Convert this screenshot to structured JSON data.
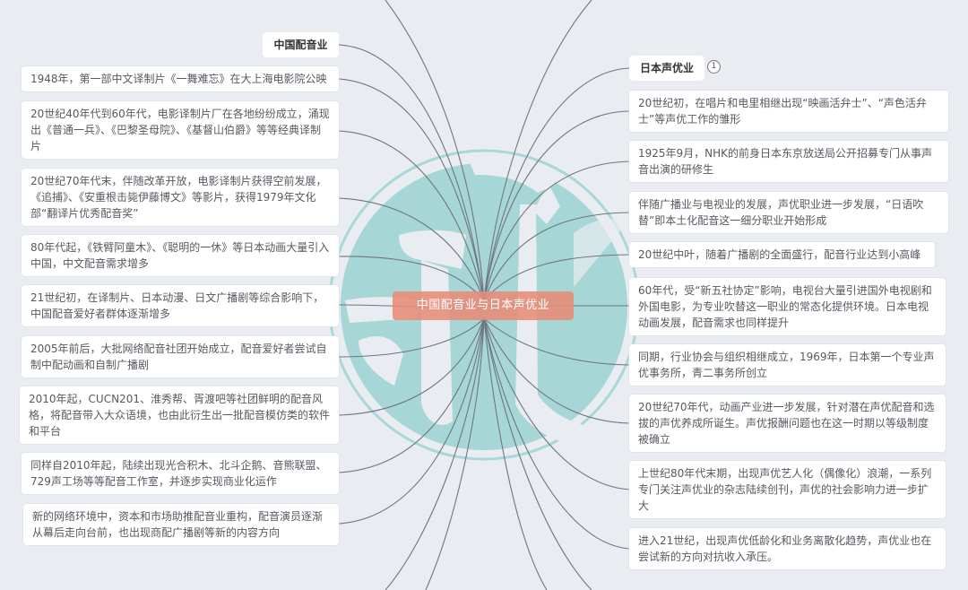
{
  "mindmap": {
    "root": {
      "label": "中国配音业与日本声优业",
      "color": "#e8907a"
    },
    "left_branch": {
      "label": "中国配音业",
      "items": [
        {
          "text": "1948年，第一部中文译制片《一舞难忘》在大上海电影院公映"
        },
        {
          "text": "20世纪40年代到60年代，电影译制片厂在各地纷纷成立，涌现出《普通一兵》、《巴黎圣母院》、《基督山伯爵》等等经典译制片"
        },
        {
          "text": "20世纪70年代末，伴随改革开放，电影译制片获得空前发展，《追捕》、《安重根击毙伊藤博文》等影片，获得1979年文化部“翻译片优秀配音奖”"
        },
        {
          "text": "80年代起，《铁臂阿童木》、《聪明的一休》等日本动画大量引入中国，中文配音需求增多"
        },
        {
          "text": "21世纪初，在译制片、日本动漫、日文广播剧等综合影响下，中国配音爱好者群体逐渐增多"
        },
        {
          "text": "2005年前后，大批网络配音社团开始成立，配音爱好者尝试自制中配动画和自制广播剧"
        },
        {
          "text": "2010年起，CUCN201、淮秀帮、胥渡吧等社团鲜明的配音风格，将配音带入大众语境，也由此衍生出一批配音模仿类的软件和平台"
        },
        {
          "text": "同样自2010年起，陆续出现光合积木、北斗企鹅、音熊联盟、729声工场等等配音工作室，并逐步实现商业化运作"
        },
        {
          "text": "新的网络环境中，资本和市场助推配音业重构，配音演员逐渐从幕后走向台前，也出现商配广播剧等新的内容方向"
        }
      ]
    },
    "right_branch": {
      "label": "日本声优业",
      "badge": "1",
      "items": [
        {
          "text": "20世纪初，在唱片和电里相继出现“映画活弁士”、“声色活弁士”等声优工作的雏形"
        },
        {
          "text": "1925年9月，NHK的前身日本东京放送局公开招募专门从事声音出演的研修生"
        },
        {
          "text": "伴随广播业与电视业的发展，声优职业进一步发展，“日语吹替”即本土化配音这一细分职业开始形成"
        },
        {
          "text": "20世纪中叶，随着广播剧的全面盛行，配音行业达到小高峰"
        },
        {
          "text": "60年代，受“新五社协定”影响，电视台大量引进国外电视剧和外国电影，为专业吹替这一职业的常态化提供环境。日本电视动画发展，配音需求也同样提升"
        },
        {
          "text": "同期，行业协会与组织相继成立，1969年，日本第一个专业声优事务所，青二事务所创立"
        },
        {
          "text": "20世纪70年代，动画产业进一步发展，针对潜在声优配音和选拔的声优养成所诞生。声优报酬问题也在这一时期以等级制度被确立"
        },
        {
          "text": "上世纪80年代末期，出现声优艺人化（偶像化）浪潮，一系列专门关注声优业的杂志陆续创刊，声优的社会影响力进一步扩大"
        },
        {
          "text": "进入21世纪，出现声优低龄化和业务离散化趋势，声优业也在尝试新的方向对抗收入承压。"
        }
      ]
    },
    "colors": {
      "background": "#e9ecf1",
      "watermark": "#9fd3d4",
      "connector": "#6f7680",
      "node_bg": "#ffffff"
    }
  }
}
